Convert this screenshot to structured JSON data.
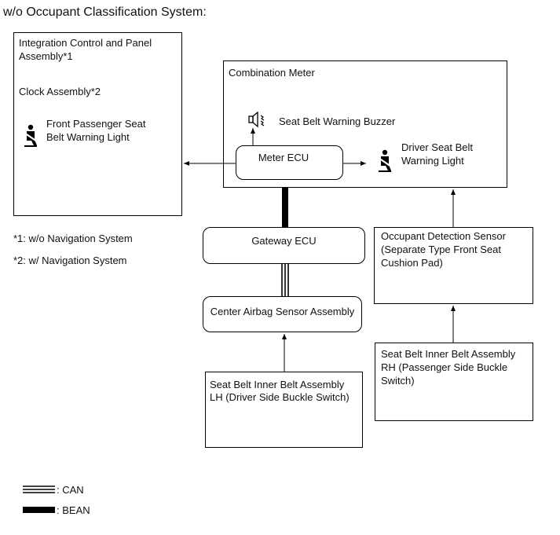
{
  "title": "w/o Occupant Classification System:",
  "integration": {
    "line1": "Integration Control and Panel",
    "line2": "Assembly*1",
    "clock": "Clock Assembly*2",
    "fpsbw_line1": "Front Passenger Seat",
    "fpsbw_line2": "Belt Warning Light"
  },
  "notes": {
    "n1": "*1: w/o Navigation System",
    "n2": "*2: w/ Navigation System"
  },
  "combination_meter": {
    "title": "Combination Meter",
    "buzzer": "Seat Belt Warning Buzzer",
    "meter_ecu": "Meter ECU",
    "dsbw_line1": "Driver Seat Belt",
    "dsbw_line2": "Warning Light"
  },
  "gateway_ecu": "Gateway ECU",
  "center_airbag": "Center Airbag Sensor Assembly",
  "lh_buckle": {
    "line1": "Seat Belt Inner Belt Assembly",
    "line2": "LH (Driver Side Buckle Switch)"
  },
  "occupant_sensor": {
    "line1": "Occupant Detection Sensor",
    "line2": "(Separate Type Front Seat",
    "line3": "Cushion Pad)"
  },
  "rh_buckle": {
    "line1": "Seat Belt Inner Belt Assembly",
    "line2": "RH (Passenger Side Buckle",
    "line3": "Switch)"
  },
  "legend": {
    "can": ": CAN",
    "bean": ": BEAN"
  }
}
